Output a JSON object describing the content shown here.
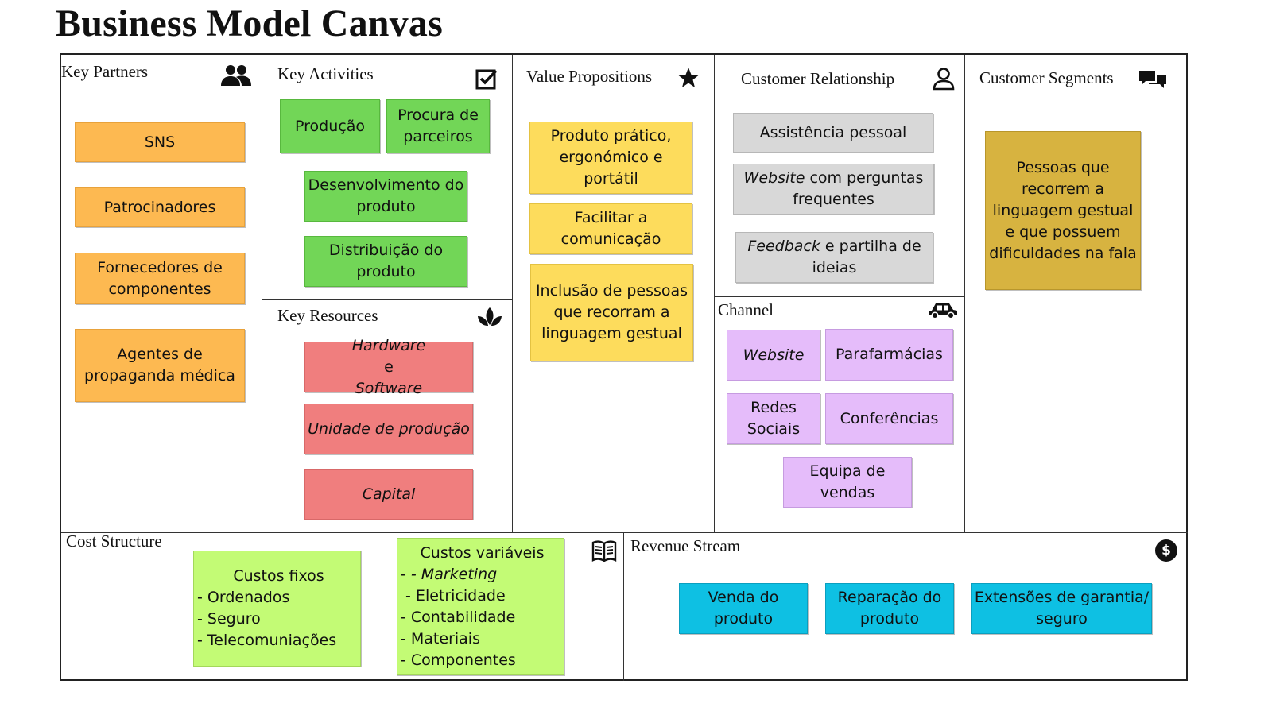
{
  "title": "Business Model Canvas",
  "sections": {
    "key_partners": {
      "title": "Key Partners",
      "icon": "people-icon",
      "notes": [
        "SNS",
        "Patrocinadores",
        "Fornecedores de componentes",
        "Agentes de propaganda médica"
      ]
    },
    "key_activities": {
      "title": "Key Activities",
      "icon": "checkbox-icon",
      "notes": [
        "Produção",
        "Procura de parceiros",
        "Desenvolvimento do produto",
        "Distribuição do produto"
      ]
    },
    "key_resources": {
      "title": "Key Resources",
      "icon": "leaf-icon",
      "notes": [
        "Hardware",
        "e",
        "Software",
        "Unidade de produção",
        "Capital"
      ]
    },
    "value_propositions": {
      "title": "Value Propositions",
      "icon": "star-icon",
      "notes": [
        "Produto prático, ergonómico e portátil",
        "Facilitar a comunicação",
        "Inclusão de pessoas que recorram a linguagem gestual"
      ]
    },
    "customer_relationship": {
      "title": "Customer Relationship",
      "icon": "person-icon",
      "notes": [
        "Assistência pessoal",
        "Website",
        "com perguntas frequentes",
        "Feedback",
        "e partilha de ideias"
      ]
    },
    "channel": {
      "title": "Channel",
      "icon": "car-icon",
      "notes": [
        "Website",
        "Parafarmácias",
        "Redes Sociais",
        "Conferências",
        "Equipa de vendas"
      ]
    },
    "customer_segments": {
      "title": "Customer Segments",
      "icon": "chat-icon",
      "notes": [
        "Pessoas que recorrem a linguagem gestual e que possuem dificuldades na fala"
      ]
    },
    "cost_structure": {
      "title": "Cost Structure",
      "icon": "book-icon",
      "fixed": {
        "heading": "Custos fixos",
        "items": [
          "- Ordenados",
          "- Seguro",
          "- Telecomuniações"
        ]
      },
      "variable": {
        "heading": "Custos variáveis",
        "items": [
          "- Marketing",
          " - Eletricidade",
          "- Contabilidade",
          "- Materiais",
          "- Componentes"
        ]
      }
    },
    "revenue_stream": {
      "title": "Revenue Stream",
      "icon": "dollar-icon",
      "dollar_symbol": "$",
      "notes": [
        "Venda do produto",
        "Reparação do produto",
        "Extensões de garantia/ seguro"
      ]
    }
  },
  "colors": {
    "partners_note": "#fdb951",
    "activities_note": "#72d657",
    "resources_note": "#f07e7e",
    "value_note": "#fddc5c",
    "relationship_note": "#d8d8d8",
    "channel_note": "#e5bcfa",
    "segments_note": "#d7b340",
    "cost_note": "#c3fb75",
    "revenue_note": "#0ec0e3"
  }
}
